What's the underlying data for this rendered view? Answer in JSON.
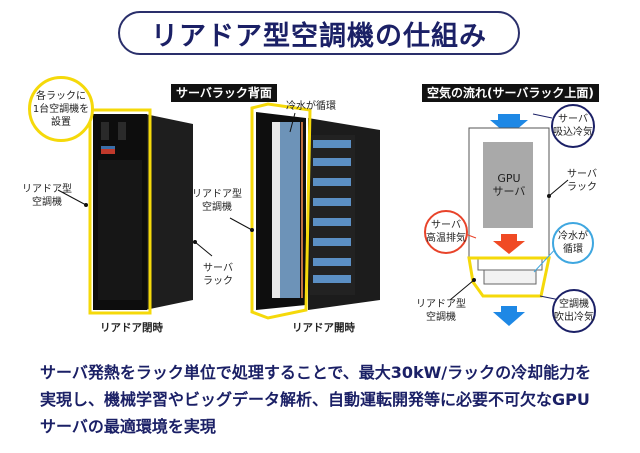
{
  "title": "リアドア型空調機の仕組み",
  "photo_section": {
    "tag": "サーバラック背面",
    "closed": {
      "callout": "各ラックに\n1台空調機を\n設置",
      "label_unit": "リアドア型\n空調機",
      "caption": "リアドア閉時"
    },
    "open": {
      "label_chilled": "冷水が循環",
      "label_unit": "リアドア型\n空調機",
      "label_rack": "サーバ\nラック",
      "caption": "リアドア開時"
    }
  },
  "airflow_section": {
    "tag": "空気の流れ(サーバラック上面)",
    "gpu_label": "GPU\nサーバ",
    "bubbles": {
      "intake": "サーバ\n吸込冷気",
      "exhaust": "サーバ\n高温排気",
      "chilled": "冷水が\n循環",
      "outlet": "空調機\n吹出冷気"
    },
    "labels": {
      "rack": "サーバ\nラック",
      "unit": "リアドア型\n空調機"
    },
    "colors": {
      "cold_arrow": "#1e88e5",
      "hot_arrow": "#f04a24",
      "highlight": "#f5d90a",
      "navy": "#1b2066",
      "red": "#e8432a",
      "light_blue": "#3fa7e0"
    }
  },
  "description": [
    "サーバ発熱をラック単位で処理することで、最大30kW/ラックの冷却能力を",
    "実現し、機械学習やビッグデータ解析、自動運転開発等に必要不可欠なGPU",
    "サーバの最適環境を実現"
  ]
}
